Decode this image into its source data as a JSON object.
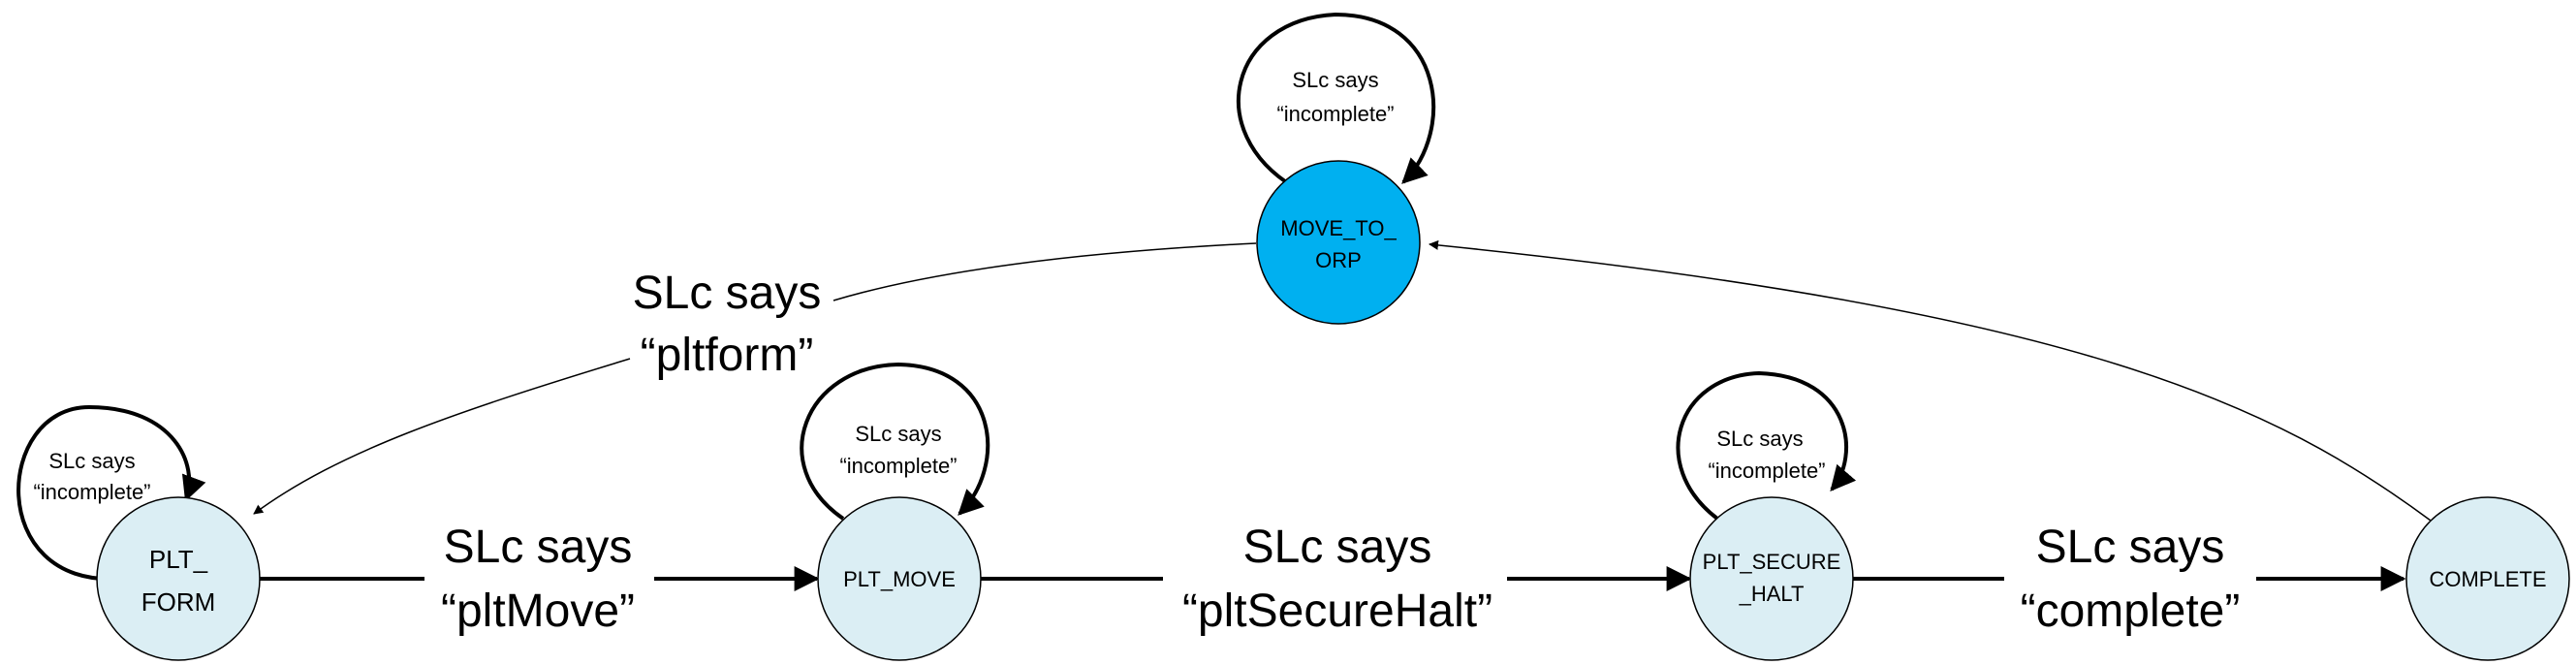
{
  "diagram": {
    "colors": {
      "state_fill": "#dbeef4",
      "active_fill": "#00b0f0",
      "stroke": "#000000",
      "background": "#ffffff"
    },
    "states": {
      "move_to_orp": {
        "line1": "MOVE_TO_",
        "line2": "ORP",
        "active": true
      },
      "plt_form": {
        "line1": "PLT_",
        "line2": "FORM",
        "active": false
      },
      "plt_move": {
        "line1": "PLT_MOVE",
        "active": false
      },
      "plt_secure_halt": {
        "line1": "PLT_SECURE",
        "line2": "_HALT",
        "active": false
      },
      "complete": {
        "line1": "COMPLETE",
        "active": false
      }
    },
    "self_loops": {
      "move_to_orp": {
        "line1": "SLc says",
        "line2": "“incomplete”"
      },
      "plt_form": {
        "line1": "SLc says",
        "line2": "“incomplete”"
      },
      "plt_move": {
        "line1": "SLc says",
        "line2": "“incomplete”"
      },
      "plt_secure_halt": {
        "line1": "SLc says",
        "line2": "“incomplete”"
      }
    },
    "transitions": {
      "form_to_move": {
        "line1": "SLc says",
        "line2": "“pltMove”"
      },
      "move_to_halt": {
        "line1": "SLc says",
        "line2": "“pltSecureHalt”"
      },
      "halt_to_complete": {
        "line1": "SLc says",
        "line2": "“complete”"
      },
      "orp_to_form": {
        "line1": "SLc says",
        "line2": "“pltform”"
      },
      "complete_to_orp": {}
    }
  }
}
